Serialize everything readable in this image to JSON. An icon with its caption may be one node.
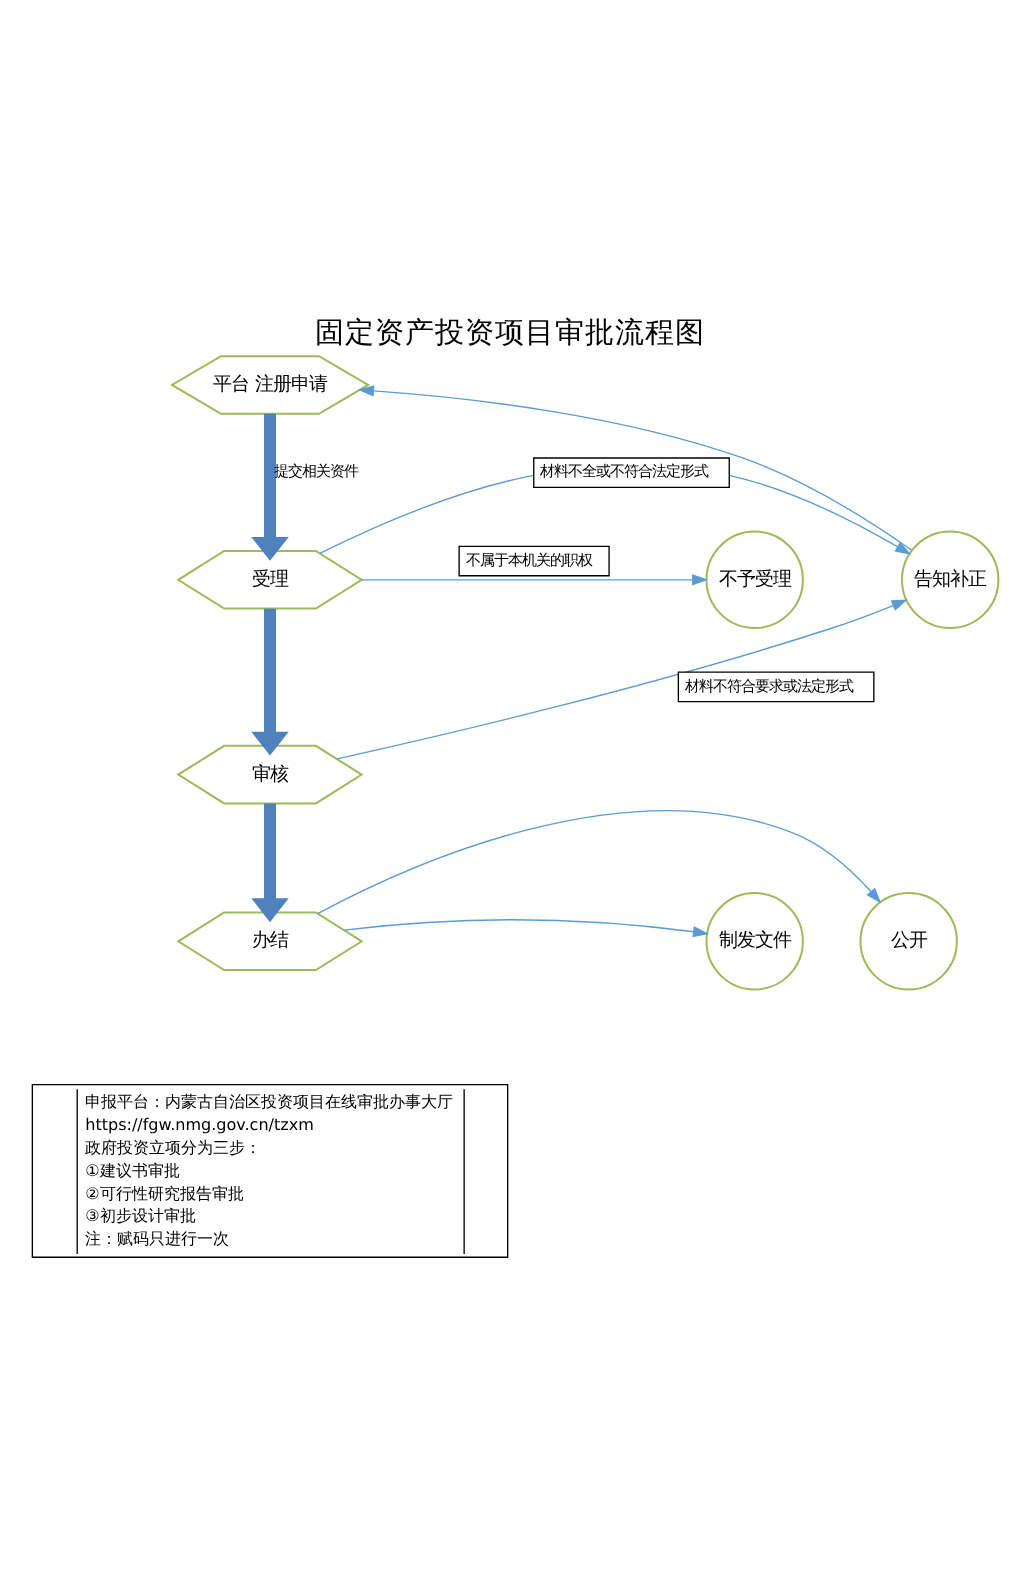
{
  "diagram": {
    "title": "固定资产投资项目审批流程图",
    "nodes": [
      {
        "text": [
          "平台 注册申请"
        ]
      },
      {
        "text": [
          "受理"
        ]
      },
      {
        "text": [
          "告知补正"
        ]
      },
      {
        "text": [
          "不予受理"
        ]
      },
      {
        "text": [
          "审核"
        ]
      },
      {
        "text": [
          "办结"
        ]
      },
      {
        "text": [
          "公开"
        ]
      },
      {
        "text": [
          "制发文件"
        ]
      }
    ],
    "edges": [
      {
        "from": 0,
        "to": 1,
        "arrow": "to",
        "label": "提交相关资件",
        "style": "thick",
        "color": "#4f81bd"
      },
      {
        "from": 1,
        "to": 2,
        "arrow": "to",
        "label": "材料不全或不符合法定形式"
      },
      {
        "from": 1,
        "to": 3,
        "arrow": "to",
        "label": "不属于本机关的职权"
      },
      {
        "from": 2,
        "to": 0,
        "arrow": "to"
      },
      {
        "from": 1,
        "to": 4,
        "arrow": "to",
        "style": "thick",
        "color": "#4f81bd"
      },
      {
        "from": 4,
        "to": 2,
        "arrow": "to",
        "label": "材料不符合要求或法定形式"
      },
      {
        "from": 4,
        "to": 5,
        "arrow": "to",
        "style": "thick",
        "color": "#4f81bd"
      },
      {
        "from": 5,
        "to": 6,
        "arrow": "to"
      },
      {
        "from": 5,
        "to": 7,
        "arrow": "to"
      }
    ],
    "labels": [
      "申报平台：内蒙古自治区投资项目在线审批办事大厅",
      "https://fgw.nmg.gov.cn/tzxm",
      "政府投资立项分为三步：",
      "①建议书审批",
      "②可行性研究报告审批",
      "③初步设计审批",
      "注：赋码只进行一次"
    ]
  }
}
